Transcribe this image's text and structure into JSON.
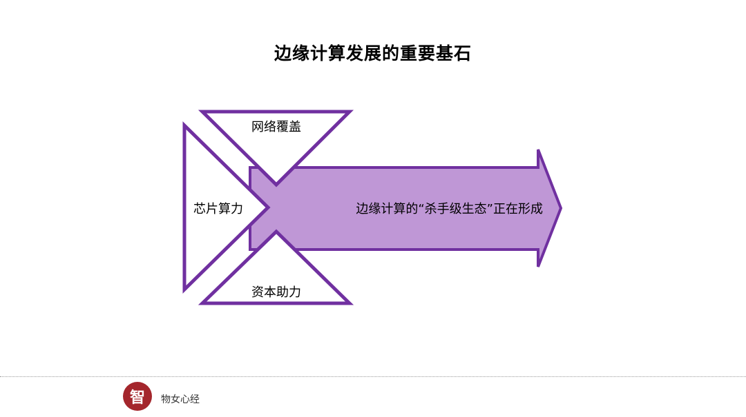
{
  "slide": {
    "title": "边缘计算发展的重要基石"
  },
  "diagram": {
    "arrow_label": "边缘计算的“杀手级生态”正在形成",
    "top_triangle_label": "网络覆盖",
    "left_triangle_label": "芯片算力",
    "bottom_triangle_label": "资本助力"
  },
  "colors": {
    "stroke": "#7030a0",
    "arrow_fill": "#bf97d6",
    "triangle_fill": "#ffffff",
    "logo": "#a4262c"
  },
  "footer": {
    "logo_glyph": "智",
    "brand": "物女心经"
  }
}
